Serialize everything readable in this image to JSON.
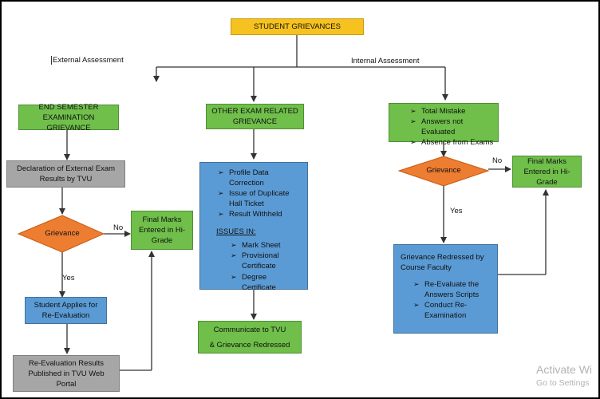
{
  "title": "STUDENT GRIEVANCES",
  "labels": {
    "external": "External Assessment",
    "internal": "Internal Assessment",
    "no": "No",
    "yes": "Yes"
  },
  "external": {
    "header": "END SEMESTER EXAMINATION GRIEVANCE",
    "declaration": "Declaration of External Exam Results by TVU",
    "grievance": "Grievance",
    "final_marks": "Final Marks Entered in Hi-Grade",
    "applies": "Student Applies for Re-Evaluation",
    "published": "Re-Evaluation Results Published in TVU Web Portal"
  },
  "other": {
    "header": "OTHER EXAM RELATED GRIEVANCE",
    "items": [
      "Profile Data Correction",
      "Issue of Duplicate Hall Ticket",
      "Result Withheld"
    ],
    "issues_heading": "ISSUES IN:",
    "issues": [
      "Mark Sheet",
      "Provisional Certificate",
      "Degree Certificate"
    ],
    "communicate_line1": "Communicate to TVU",
    "communicate_line2": "& Grievance Redressed"
  },
  "internal": {
    "items": [
      "Total Mistake",
      "Answers not Evaluated",
      "Absence from Exams"
    ],
    "grievance": "Grievance",
    "final_marks": "Final Marks Entered in Hi-Grade",
    "redressed_heading": "Grievance Redressed by Course Faculty",
    "actions": [
      "Re-Evaluate the Answers Scripts",
      "Conduct Re-Examination"
    ]
  },
  "watermark": {
    "line1": "Activate Wi",
    "line2": "Go to Settings"
  },
  "colors": {
    "green": "#6fbf4a",
    "blue": "#5b9bd5",
    "gray": "#a6a6a6",
    "yellow": "#f6c21f",
    "orange_diamond": "#ed7d31"
  }
}
